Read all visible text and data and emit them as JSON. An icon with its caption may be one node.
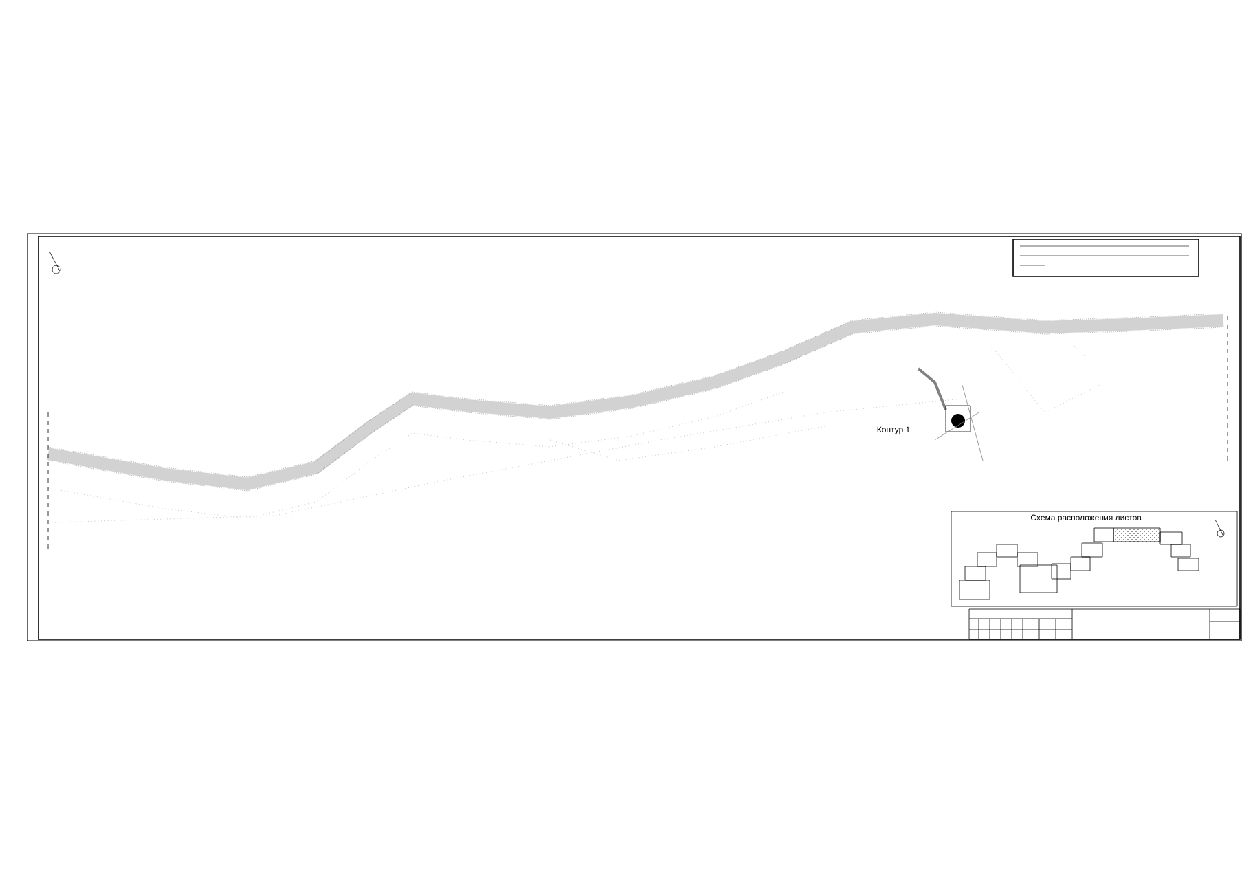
{
  "diagram": {
    "nodes": [
      {
        "text": [],
        "shape": "box"
      },
      {
        "text": [],
        "shape": "box"
      },
      {
        "text": [],
        "shape": "box"
      },
      {
        "text": [],
        "shape": "box"
      },
      {
        "text": [],
        "shape": "box"
      },
      {
        "text": [],
        "shape": "box"
      },
      {
        "text": [],
        "shape": "box"
      },
      {
        "text": [],
        "shape": "box"
      },
      {
        "text": [],
        "shape": "box"
      },
      {
        "text": [],
        "shape": "box"
      },
      {
        "text": [],
        "shape": "box"
      },
      {
        "text": [],
        "shape": "box"
      },
      {
        "text": [],
        "shape": "box"
      },
      {
        "text": [],
        "shape": "box"
      }
    ],
    "labels": [
      "Схема расположения листов",
      "Контур 1"
    ]
  }
}
